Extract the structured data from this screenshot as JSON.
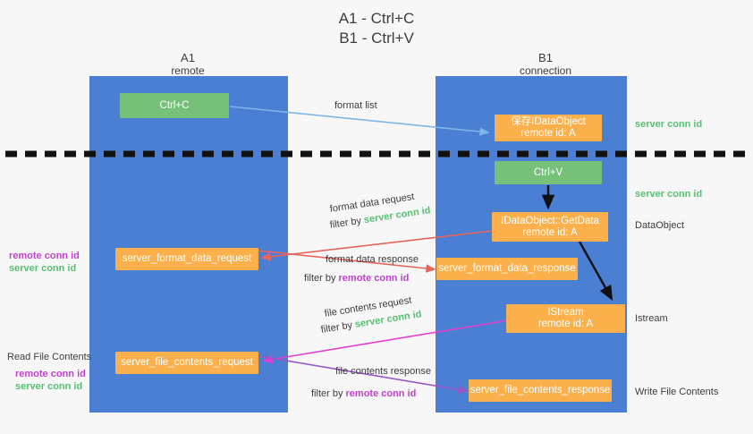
{
  "title_lines": [
    "A1 - Ctrl+C",
    "B1 - Ctrl+V"
  ],
  "columns": [
    {
      "id": "a1",
      "name": "A1",
      "sub": "remote"
    },
    {
      "id": "b1",
      "name": "B1",
      "sub": "connection"
    }
  ],
  "boxes": [
    {
      "id": "ctrl-c",
      "label": "Ctrl+C",
      "color": "green"
    },
    {
      "id": "save-idataobject",
      "label": "保存IDataObject",
      "label2": "remote id: A",
      "color": "orange"
    },
    {
      "id": "ctrl-v",
      "label": "Ctrl+V",
      "color": "green"
    },
    {
      "id": "idataobject-getdata",
      "label": "IDataObject::GetData",
      "label2": "remote id: A",
      "color": "orange"
    },
    {
      "id": "format-data-request",
      "label": "server_format_data_request",
      "color": "orange"
    },
    {
      "id": "format-data-response",
      "label": "server_format_data_response",
      "color": "orange"
    },
    {
      "id": "istream",
      "label": "IStream",
      "label2": "remote id: A",
      "color": "orange"
    },
    {
      "id": "file-contents-request",
      "label": "server_file_contents_request",
      "color": "orange"
    },
    {
      "id": "file-contents-response",
      "label": "server_file_contents_response",
      "color": "orange"
    }
  ],
  "arrow_labels": [
    {
      "id": "format-list",
      "text": "format list"
    },
    {
      "id": "format-data-request",
      "text": "format data request"
    },
    {
      "id": "format-data-response",
      "text": "format data response"
    },
    {
      "id": "file-contents-request",
      "text": "file contents request"
    },
    {
      "id": "file-contents-response",
      "text": "file contents response"
    }
  ],
  "filters": [
    {
      "id": "filter-server-1",
      "prefix": "filter by ",
      "key": "server conn id",
      "kind": "server"
    },
    {
      "id": "filter-remote-1",
      "prefix": "filter by ",
      "key": "remote conn id",
      "kind": "remote"
    },
    {
      "id": "filter-server-2",
      "prefix": "filter by ",
      "key": "server conn id",
      "kind": "server"
    },
    {
      "id": "filter-remote-2",
      "prefix": "filter by ",
      "key": "remote conn id",
      "kind": "remote"
    }
  ],
  "right_notes": [
    {
      "id": "server-conn-id-1",
      "text": "server conn id",
      "kind": "server"
    },
    {
      "id": "server-conn-id-2",
      "text": "server conn id",
      "kind": "server"
    },
    {
      "id": "dataobject",
      "text": "DataObject",
      "kind": "plain"
    },
    {
      "id": "istream-note",
      "text": "Istream",
      "kind": "plain"
    },
    {
      "id": "write-file-contents",
      "text": "Write File Contents",
      "kind": "plain"
    }
  ],
  "left_notes": [
    {
      "id": "remote-conn-id-1",
      "text": "remote conn id",
      "kind": "remote"
    },
    {
      "id": "server-conn-id-3",
      "text": "server conn id",
      "kind": "server"
    },
    {
      "id": "read-file-contents",
      "text": "Read File Contents",
      "kind": "plain"
    },
    {
      "id": "remote-conn-id-2",
      "text": "remote conn id",
      "kind": "remote"
    },
    {
      "id": "server-conn-id-4",
      "text": "server conn id",
      "kind": "server"
    }
  ],
  "colors": {
    "lane": "#4a7fd4",
    "green_box": "#76c07a",
    "orange_box": "#fbb04c",
    "server": "#56c271",
    "remote": "#c23fd0",
    "arrow_blue": "#7fb6e8",
    "arrow_red": "#e8635a",
    "arrow_magenta": "#e23fd0",
    "arrow_purple": "#9b54c9",
    "arrow_black": "#111111",
    "divider": "#111111",
    "background": "#f7f7f7"
  }
}
